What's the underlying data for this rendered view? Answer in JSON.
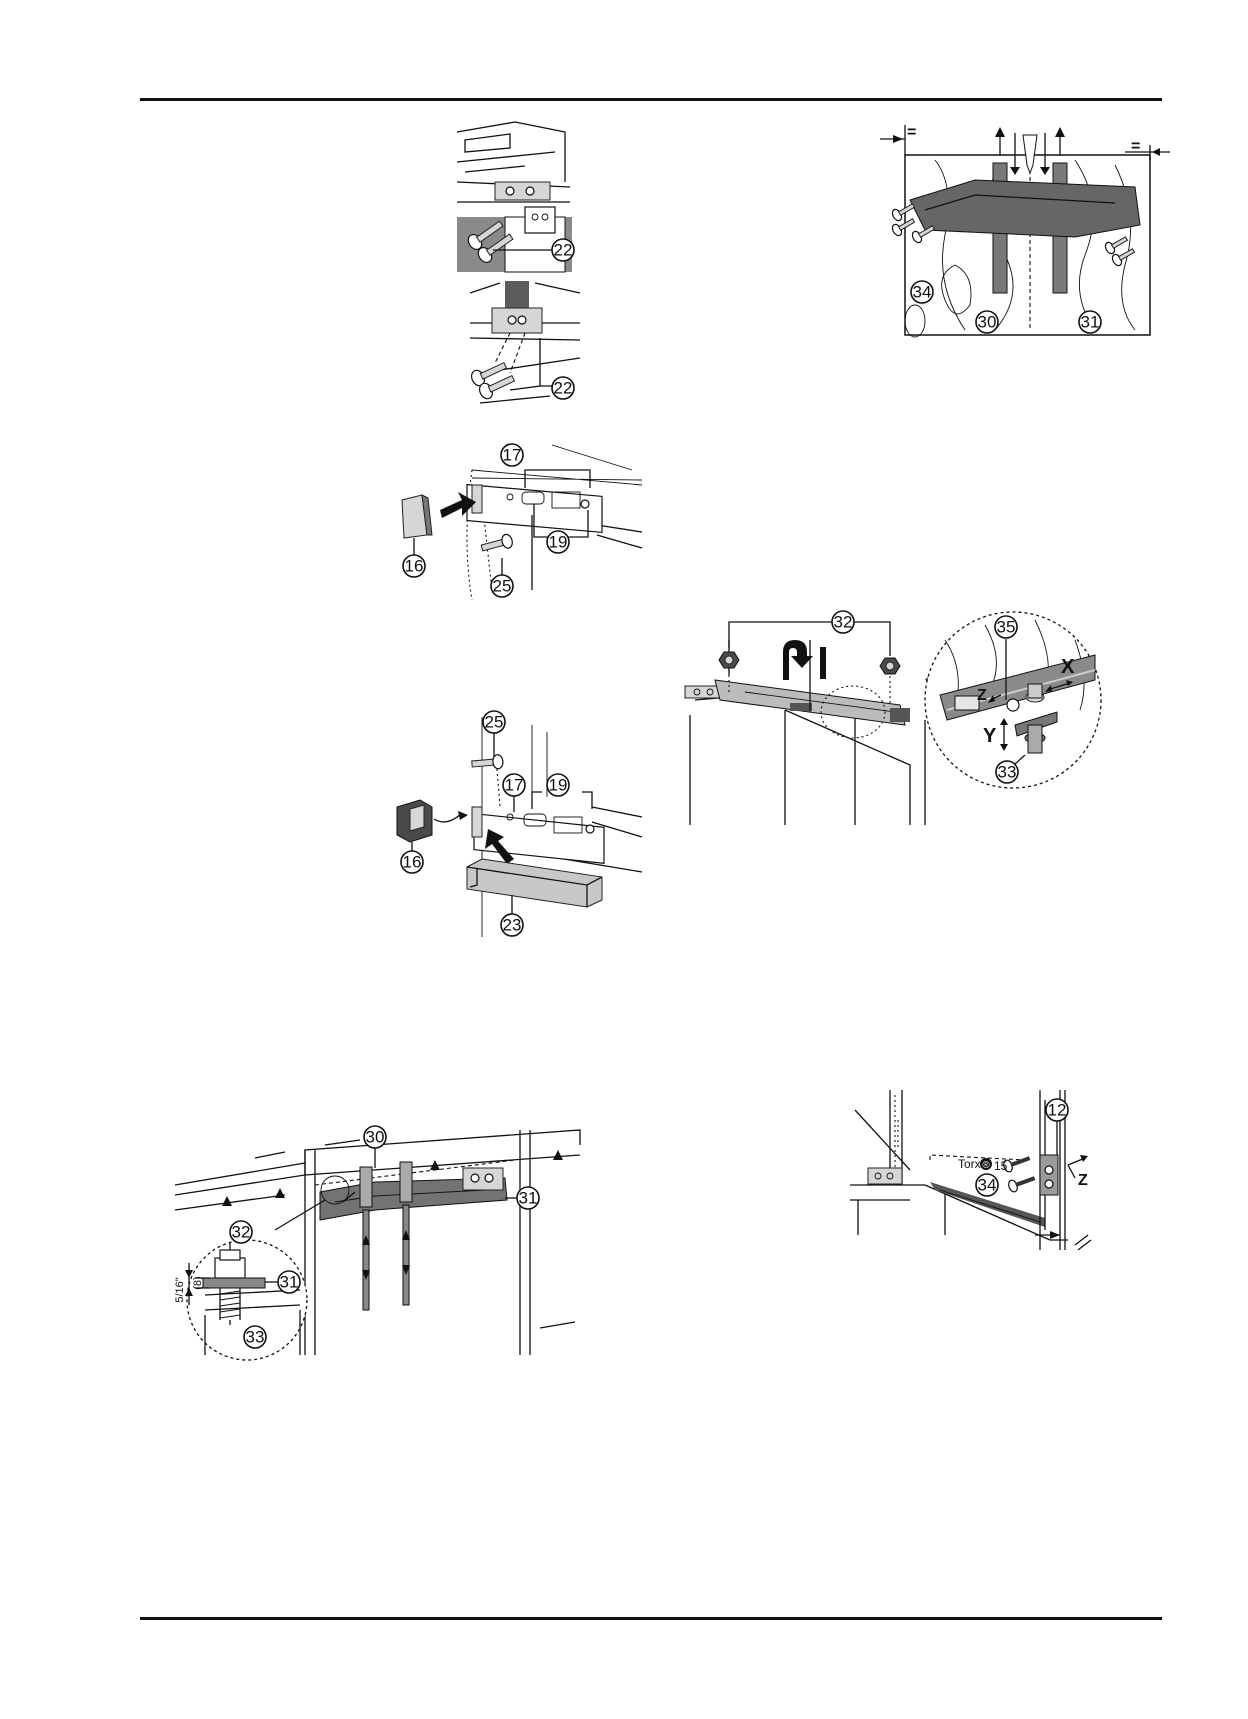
{
  "figures": {
    "fig1": {
      "callouts": [
        "22"
      ]
    },
    "fig2": {
      "callouts": [
        "22"
      ]
    },
    "fig3": {
      "callouts": [
        "17",
        "19",
        "16",
        "25"
      ]
    },
    "fig4": {
      "callouts": [
        "25",
        "17",
        "19",
        "16",
        "23"
      ]
    },
    "fig5": {
      "callouts": [
        "34",
        "30",
        "31"
      ],
      "gap_marks": [
        "=",
        "="
      ]
    },
    "fig6": {
      "callouts": [
        "32",
        "35",
        "33"
      ],
      "axis_labels": [
        "Z",
        "X",
        "Y"
      ]
    },
    "fig7": {
      "callouts": [
        "30",
        "31",
        "32",
        "31",
        "33"
      ],
      "dimension_imperial": "5/16\"",
      "dimension_metric": "(8)"
    },
    "fig8": {
      "callouts": [
        "12",
        "34"
      ],
      "tool_label": "Torx",
      "tool_mark": "®",
      "tool_size": "15",
      "axis_label": "Z"
    }
  }
}
